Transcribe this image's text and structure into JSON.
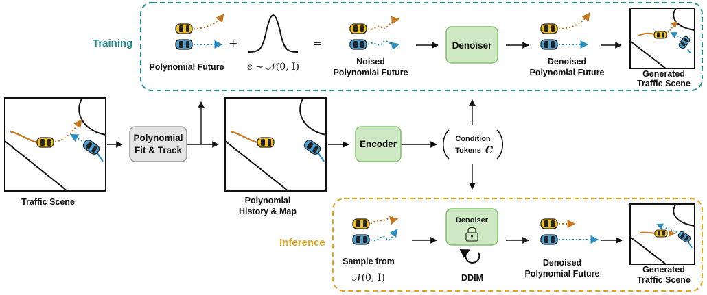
{
  "training": {
    "title": "Training",
    "polynomial_future": "Polynomial Future",
    "plus": "+",
    "noise_formula": "ϵ ∼ 𝒩(0, I)",
    "equals": "=",
    "noised_line1": "Noised",
    "noised_line2": "Polynomial Future",
    "denoiser": "Denoiser",
    "denoised_line1": "Denoised",
    "denoised_line2": "Polynomial Future",
    "generated_line1": "Generated",
    "generated_line2": "Traffic Scene"
  },
  "main": {
    "traffic_scene": "Traffic Scene",
    "poly_fit_line1": "Polynomial",
    "poly_fit_line2": "Fit & Track",
    "history_line1": "Polynomial",
    "history_line2": "History & Map",
    "encoder": "Encoder",
    "condition_line1": "Condition",
    "condition_line2": "Tokens",
    "condition_symbol": "C"
  },
  "inference": {
    "title": "Inference",
    "sample_line1": "Sample from",
    "sample_formula": "𝒩(0, I)",
    "denoiser": "Denoiser",
    "ddim": "DDIM",
    "denoised_line1": "Denoised",
    "denoised_line2": "Polynomial Future",
    "generated_line1": "Generated",
    "generated_line2": "Traffic Scene"
  },
  "colors": {
    "training_accent": "#238b8e",
    "inference_accent": "#e0a418",
    "module_fill": "#cfe8c4",
    "module_stroke": "#7fbf6a",
    "fit_fill": "#e4e4e4",
    "orange_car": "#f0c020",
    "blue_car": "#4a9fd0",
    "orange_traj": "#c8781e",
    "blue_traj": "#2a8fc0"
  }
}
